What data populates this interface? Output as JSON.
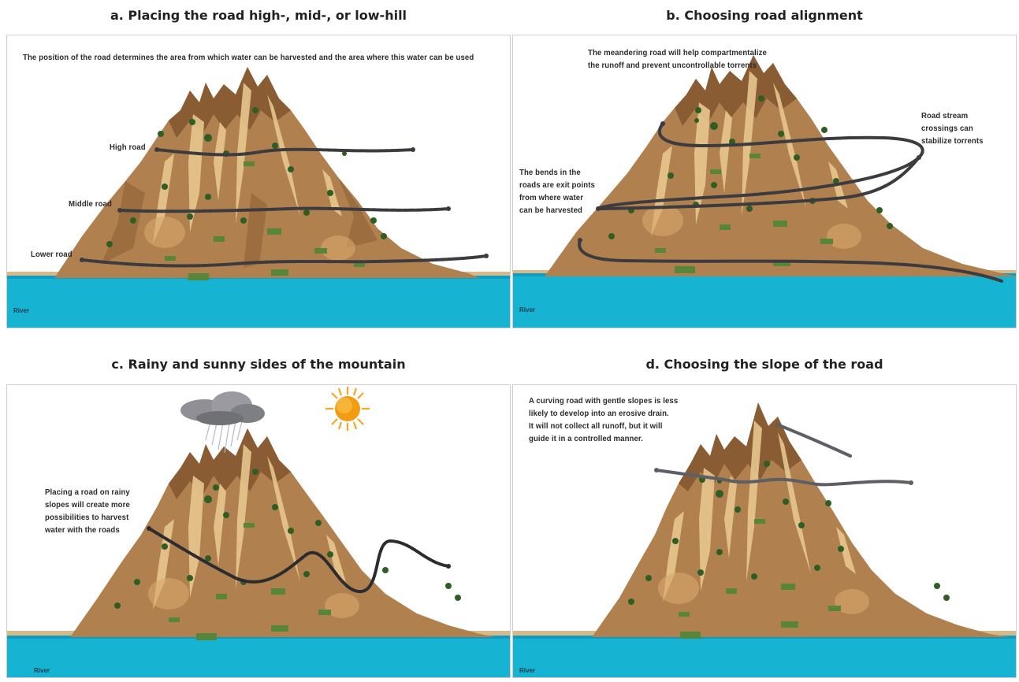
{
  "panels": {
    "a": {
      "title": "a. Placing the road high-, mid-, or low-hill",
      "note": "The position of the road determines the area from which water can be harvested and the area where this water can be used",
      "labels": {
        "high": "High road",
        "middle": "Middle road",
        "lower": "Lower road"
      },
      "river": "River"
    },
    "b": {
      "title": "b. Choosing road alignment",
      "note_top": [
        "The meandering road will help compartmentalize",
        "the runoff and prevent uncontrollable torrents"
      ],
      "note_right": [
        "Road stream",
        "crossings can",
        "stabilize torrents"
      ],
      "note_left": [
        "The bends in the",
        "roads are exit points",
        "from where water",
        "can be harvested"
      ],
      "river": "River"
    },
    "c": {
      "title": "c. Rainy and sunny sides of the mountain",
      "note": [
        "Placing a road on rainy",
        "slopes will create more",
        "possibilities to harvest",
        "water with the roads"
      ],
      "river": "River"
    },
    "d": {
      "title": "d. Choosing the slope of the road",
      "note": [
        "A curving road with gentle slopes is less",
        "likely to develop into an erosive drain.",
        "It will not collect all runoff, but it will",
        "guide it in a controlled manner."
      ],
      "river": "River"
    }
  },
  "colors": {
    "mountain": "#b0804e",
    "mountain_dark": "#8a5c33",
    "mountain_light": "#e7c68e",
    "ground": "#d8b988",
    "river": "#17b3d3",
    "tree": "#2f5e24",
    "field": "#57863a",
    "road": "#3b3b40",
    "cloud": "#8f8f95",
    "sun": "#f39c12"
  },
  "icons": [
    "mountain-illustration",
    "cloud-icon",
    "sun-icon",
    "tree-icon",
    "field-patch-icon"
  ]
}
